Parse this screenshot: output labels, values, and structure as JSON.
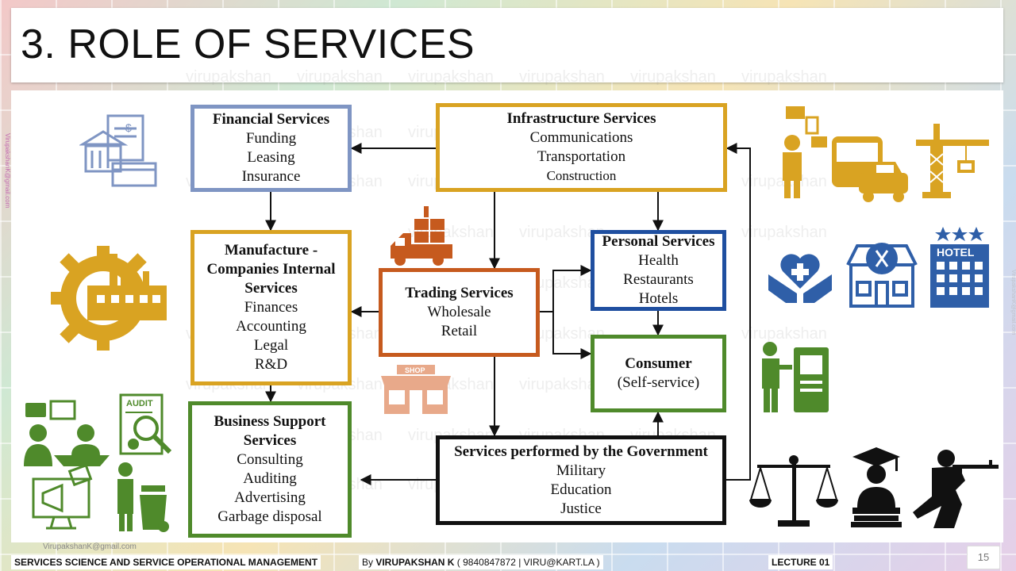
{
  "title": "3. ROLE OF SERVICES",
  "watermark": "virupakshan",
  "side_email": "VirupakshanK@gmail.com",
  "footer": {
    "email": "VirupakshanK@gmail.com",
    "course": "SERVICES SCIENCE AND SERVICE OPERATIONAL MANAGEMENT",
    "by_prefix": "By ",
    "author": "VIRUPAKSHAN K",
    "contact": " ( 9840847872   | VIRU@KART.LA )",
    "lecture": "LECTURE 01",
    "page": "15"
  },
  "boxes": {
    "financial": {
      "title": "Financial Services",
      "items": [
        "Funding",
        "Leasing",
        "Insurance"
      ]
    },
    "infrastructure": {
      "title": "Infrastructure Services",
      "items": [
        "Communications",
        "Transportation",
        "Construction"
      ]
    },
    "manufacture": {
      "title_lines": [
        "Manufacture -",
        "Companies Internal",
        "Services"
      ],
      "items": [
        "Finances",
        "Accounting",
        "Legal",
        "R&D"
      ]
    },
    "trading": {
      "title": "Trading Services",
      "items": [
        "Wholesale",
        "Retail"
      ]
    },
    "personal": {
      "title": "Personal Services",
      "items": [
        "Health",
        "Restaurants",
        "Hotels"
      ]
    },
    "consumer": {
      "title": "Consumer",
      "items": [
        "(Self-service)"
      ]
    },
    "business": {
      "title_lines": [
        "Business Support",
        "Services"
      ],
      "items": [
        "Consulting",
        "Auditing",
        "Advertising",
        "Garbage disposal"
      ]
    },
    "government": {
      "title": "Services performed by the Government",
      "items": [
        "Military",
        "Education",
        "Justice"
      ]
    }
  },
  "icon_labels": {
    "audit": "AUDIT",
    "shop": "SHOP",
    "hotel": "HOTEL"
  },
  "colors": {
    "financial": "#7f95c3",
    "gold": "#d9a322",
    "trading": "#c65a1e",
    "personal": "#1f4fa0",
    "green": "#4f8a2b",
    "black": "#111111",
    "icon_gold": "#d9a322",
    "icon_blue": "#4a6fb5",
    "icon_green": "#4f8a2b"
  }
}
